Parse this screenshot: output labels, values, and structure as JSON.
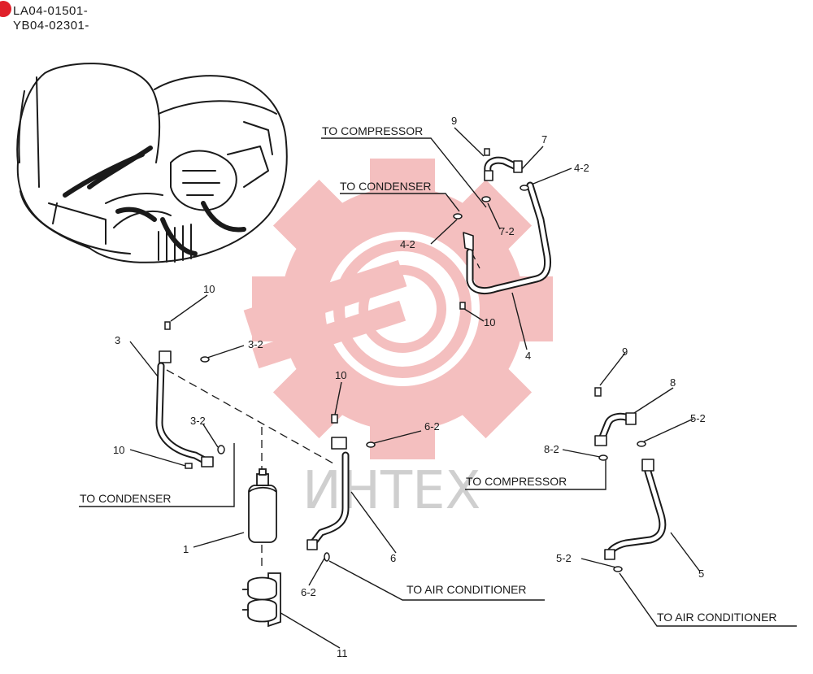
{
  "header": {
    "code_line_1": "LA04-01501-",
    "code_line_2": "YB04-02301-"
  },
  "watermark": {
    "text": "ИНТЕХ",
    "gear_color": "#f3b5b5",
    "text_color": "#cfcfcf"
  },
  "directions": {
    "to_compressor_top": "TO COMPRESSOR",
    "to_condenser_top": "TO CONDENSER",
    "to_condenser_left": "TO CONDENSER",
    "to_air_conditioner_mid": "TO AIR CONDITIONER",
    "to_compressor_right": "TO COMPRESSOR",
    "to_air_conditioner_right": "TO AIR CONDITIONER"
  },
  "callouts": {
    "c1": "1",
    "c3": "3",
    "c3_2a": "3-2",
    "c3_2b": "3-2",
    "c4": "4",
    "c4_2a": "4-2",
    "c4_2b": "4-2",
    "c5": "5",
    "c5_2a": "5-2",
    "c5_2b": "5-2",
    "c6": "6",
    "c6_2a": "6-2",
    "c6_2b": "6-2",
    "c7": "7",
    "c7_2": "7-2",
    "c8": "8",
    "c8_2": "8-2",
    "c9a": "9",
    "c9b": "9",
    "c10a": "10",
    "c10b": "10",
    "c10c": "10",
    "c10d": "10",
    "c11": "11"
  },
  "colors": {
    "line": "#1a1a1a",
    "accent_dot": "#e0202a"
  }
}
